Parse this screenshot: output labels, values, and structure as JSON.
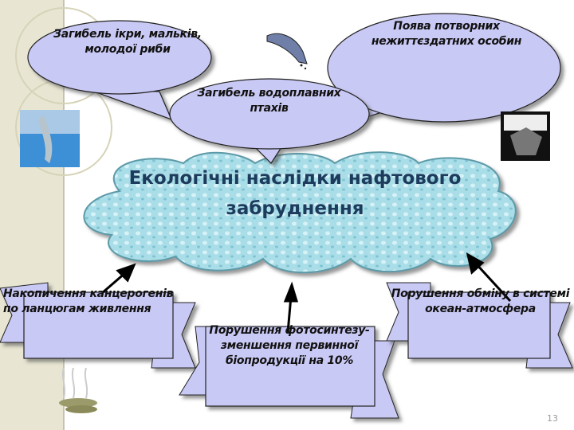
{
  "slide": {
    "title": "Екологічні наслідки нафтового забруднення",
    "page_number": "13",
    "colors": {
      "callout_fill": "#c9c9f5",
      "cloud_fill": "#a9dde8",
      "title": "#1d3b5c",
      "sidebar": "#e8e6d2"
    }
  },
  "callouts": [
    {
      "text": "Загибель ікри, мальків, молодої риби"
    },
    {
      "text": "Поява потворних нежиттєздатних особин"
    },
    {
      "text": "Загибель водоплавних птахів"
    }
  ],
  "ribbons": [
    {
      "text": "Накопичення канцерогенів по ланцюгам живлення"
    },
    {
      "text": "Порушення фотосинтезу-зменшення первинної біопродукції на 10%"
    },
    {
      "text": "Порушення обміну в системі океан-атмосфера"
    }
  ],
  "images": [
    "dolphin-image",
    "falling-fish-image",
    "escher-fish-birds-image",
    "dead-fish-image"
  ]
}
